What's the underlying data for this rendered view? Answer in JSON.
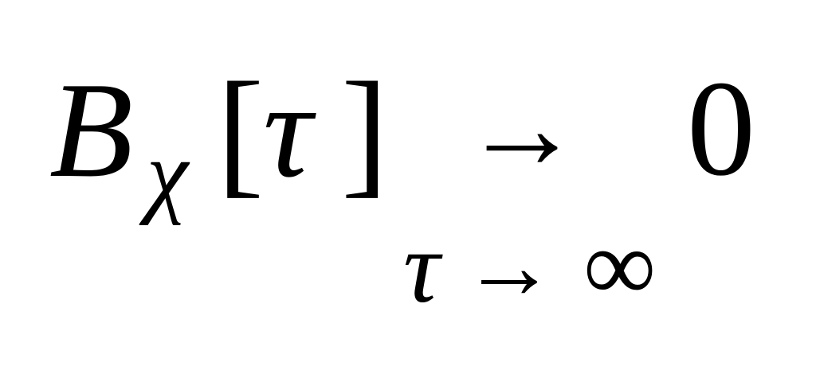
{
  "formula": {
    "base_symbol": "B",
    "subscript": "χ",
    "open_bracket": "[",
    "argument": "τ",
    "close_bracket": "]",
    "arrow": "→",
    "limit_value": "0",
    "under_variable": "τ",
    "under_arrow": "→",
    "under_target": "∞"
  }
}
